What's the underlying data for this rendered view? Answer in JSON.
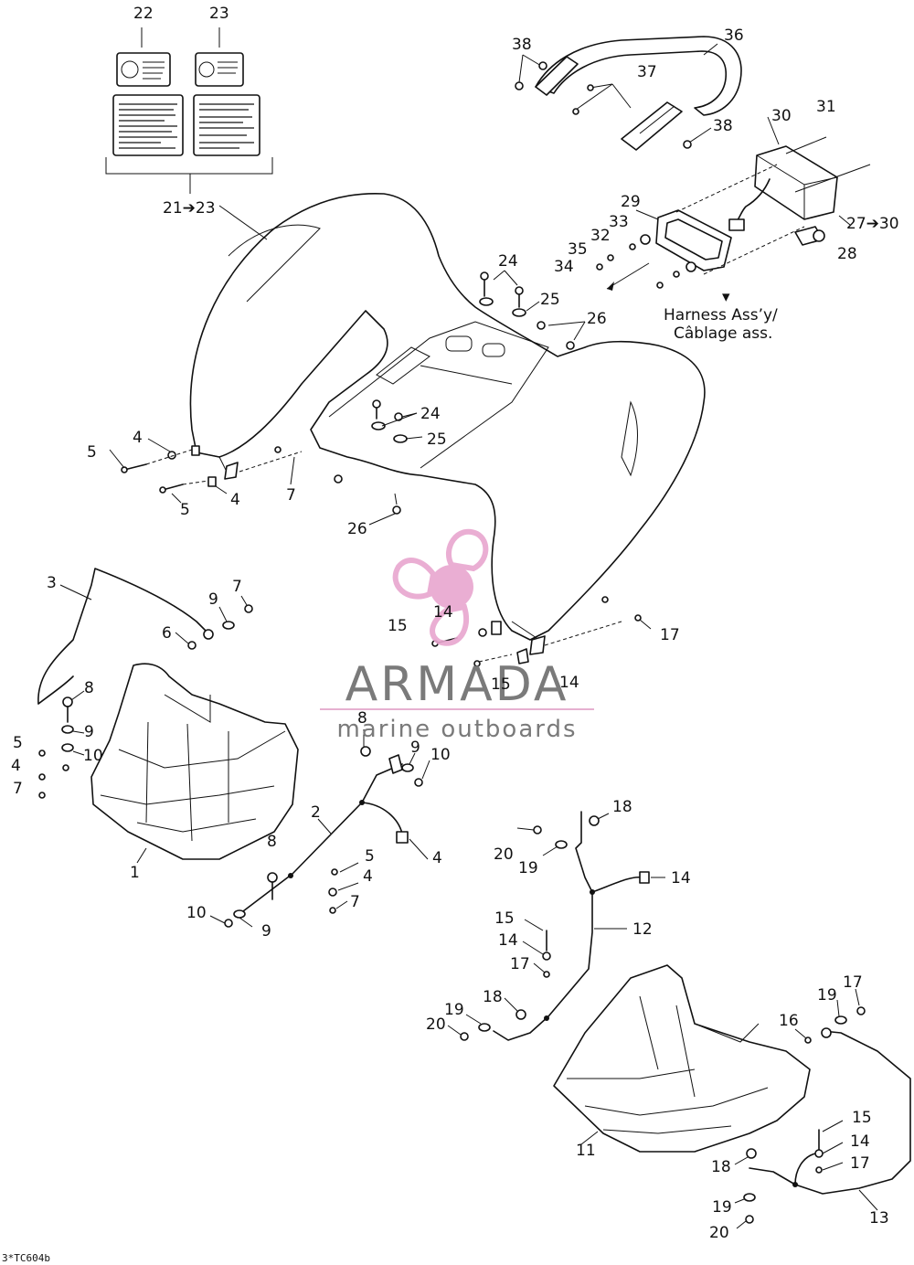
{
  "diagram": {
    "callouts": [
      "1",
      "2",
      "3",
      "4",
      "5",
      "6",
      "7",
      "8",
      "9",
      "10",
      "11",
      "12",
      "13",
      "14",
      "15",
      "16",
      "17",
      "18",
      "19",
      "20",
      "21➔23",
      "22",
      "23",
      "24",
      "25",
      "26",
      "27➔30",
      "28",
      "29",
      "30",
      "31",
      "32",
      "33",
      "34",
      "35",
      "36",
      "37",
      "38"
    ],
    "notes": {
      "harness_en": "Harness Ass’y/",
      "harness_fr": "Câblage ass.",
      "drawing_code": "3*TC604b"
    }
  },
  "watermark": {
    "brand": "ARMADA",
    "tagline": "marine outboards",
    "logo_color": "#e8a6cf",
    "divider_color": "#e6b0d0"
  }
}
